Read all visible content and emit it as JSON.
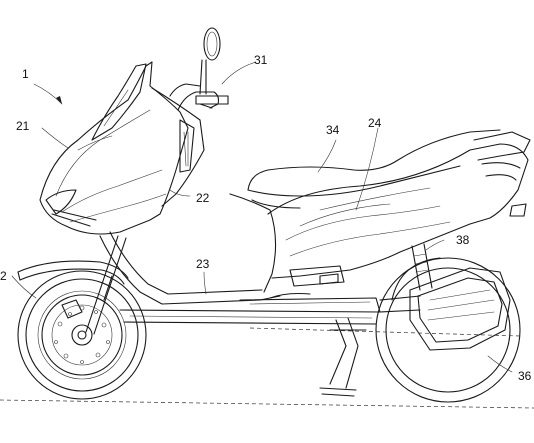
{
  "labels": {
    "l1": "1",
    "l21": "21",
    "l31": "31",
    "l34": "34",
    "l24": "24",
    "l22": "22",
    "l23": "23",
    "l38": "38",
    "l2": "2",
    "l36": "36"
  }
}
